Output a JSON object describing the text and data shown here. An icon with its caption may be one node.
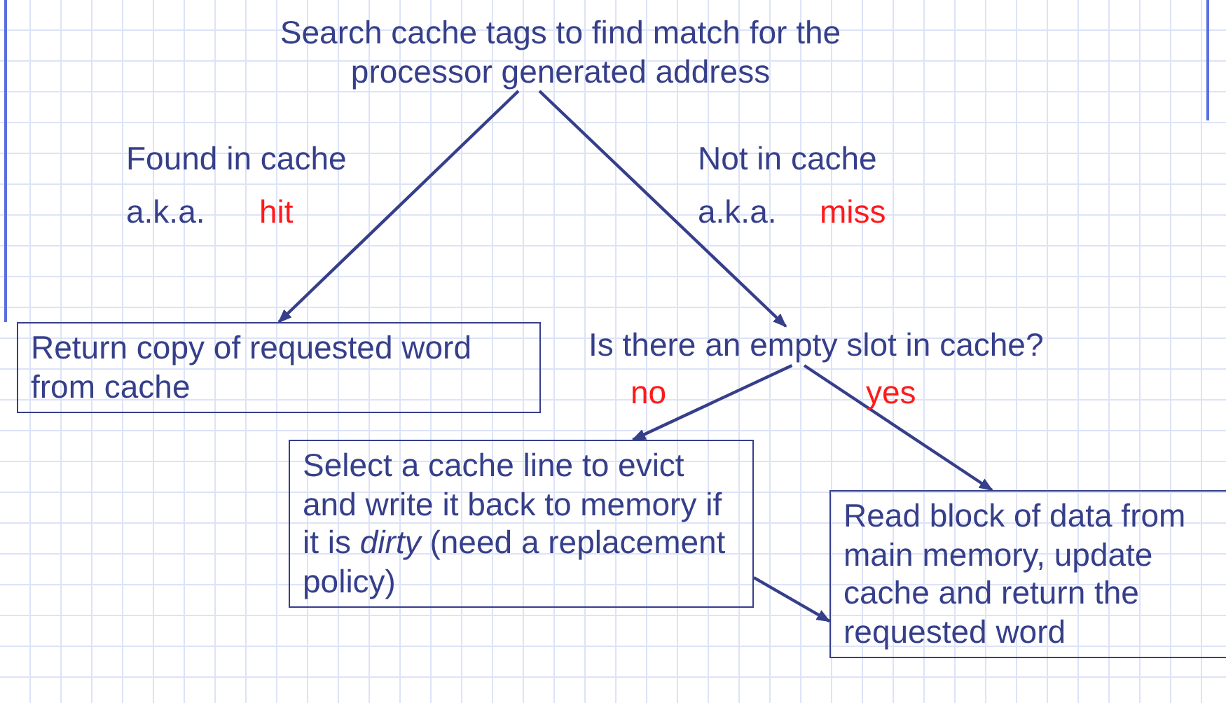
{
  "diagram": {
    "nodes": [
      {
        "text": [
          "Search cache tags to find match for the processor generated address"
        ]
      },
      {
        "text": [
          "Return copy of requested word from cache"
        ]
      },
      {
        "text": [
          "Is there an empty slot in cache?"
        ]
      },
      {
        "text": [
          "Select a cache line to evict and write it back to memory if it is *dirty* (need a replacement policy)"
        ]
      },
      {
        "text": [
          "Read block of data from main memory, update cache and return the requested word"
        ]
      }
    ],
    "edges": [
      {
        "from": 0,
        "to": 1,
        "arrow": "to"
      },
      {
        "from": 0,
        "to": 2,
        "arrow": "to"
      },
      {
        "from": 2,
        "to": 3,
        "arrow": "to",
        "label": "no"
      },
      {
        "from": 2,
        "to": 4,
        "arrow": "to",
        "label": "yes"
      },
      {
        "from": 3,
        "to": 4,
        "arrow": "to"
      }
    ],
    "labels": [
      "Found in cache",
      "a.k.a.",
      "hit",
      "Not in cache",
      "a.k.a.",
      "miss"
    ]
  }
}
